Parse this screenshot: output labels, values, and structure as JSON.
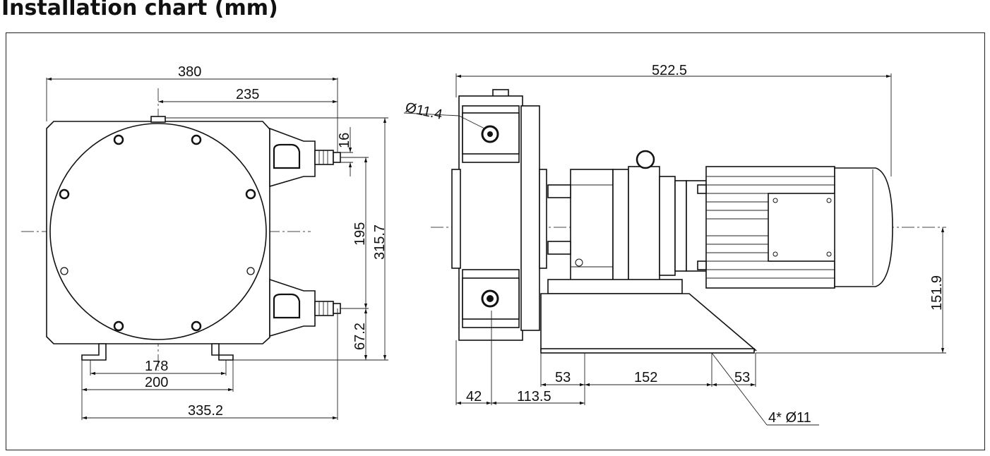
{
  "title": "Installation chart (mm)",
  "dimensions": {
    "front_overall_width": "380",
    "front_head_offset": "235",
    "front_port_height": "16",
    "front_port_spacing": "195",
    "front_overall_height": "315.7",
    "front_base_height": "67.2",
    "front_foot_inner": "178",
    "front_foot_outer": "200",
    "front_base_width": "335.2",
    "side_overall_length": "522.5",
    "side_port_diameter": "Ø11.4",
    "side_shaft_height": "151.9",
    "side_base_left": "53",
    "side_base_middle": "152",
    "side_base_right": "53",
    "side_head_width": "42",
    "side_head_to_base": "113.5",
    "side_mount_holes": "4* Ø11"
  }
}
